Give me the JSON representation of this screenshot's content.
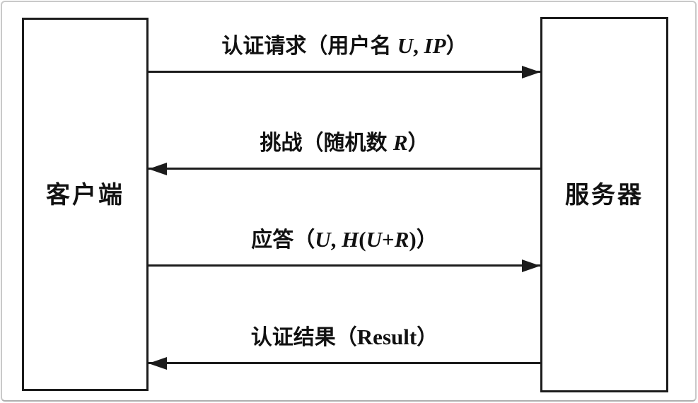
{
  "diagram": {
    "title": "challenge-response-authentication-flow",
    "client_label": "客户端",
    "server_label": "服务器",
    "messages": [
      {
        "name": "auth-request",
        "direction": "right",
        "from": "客户端",
        "to": "服务器",
        "label": "认证请求（用户名 U, IP）",
        "parts": [
          {
            "text": "认证请求（用户名 "
          },
          {
            "text": "U",
            "style": "italic"
          },
          {
            "text": ", ",
            "style": "serif"
          },
          {
            "text": "IP",
            "style": "italic"
          },
          {
            "text": "）"
          }
        ]
      },
      {
        "name": "challenge",
        "direction": "left",
        "from": "服务器",
        "to": "客户端",
        "label": "挑战（随机数 R）",
        "parts": [
          {
            "text": "挑战（随机数 "
          },
          {
            "text": "R",
            "style": "italic"
          },
          {
            "text": "）"
          }
        ]
      },
      {
        "name": "response",
        "direction": "right",
        "from": "客户端",
        "to": "服务器",
        "label": "应答（U, H(U+R)）",
        "parts": [
          {
            "text": "应答（"
          },
          {
            "text": "U",
            "style": "italic"
          },
          {
            "text": ", ",
            "style": "serif"
          },
          {
            "text": "H",
            "style": "italic"
          },
          {
            "text": "(",
            "style": "serif"
          },
          {
            "text": "U",
            "style": "italic"
          },
          {
            "text": "+",
            "style": "serif"
          },
          {
            "text": "R",
            "style": "italic"
          },
          {
            "text": ")",
            "style": "serif"
          },
          {
            "text": "）"
          }
        ]
      },
      {
        "name": "auth-result",
        "direction": "left",
        "from": "服务器",
        "to": "客户端",
        "label": "认证结果（Result）",
        "parts": [
          {
            "text": "认证结果（"
          },
          {
            "text": "Result",
            "style": "serif"
          },
          {
            "text": "）"
          }
        ]
      }
    ],
    "colors": {
      "line": "#1c1c1c",
      "text": "#111111",
      "frame_border": "#c9c9c9",
      "background": "#ffffff"
    }
  }
}
